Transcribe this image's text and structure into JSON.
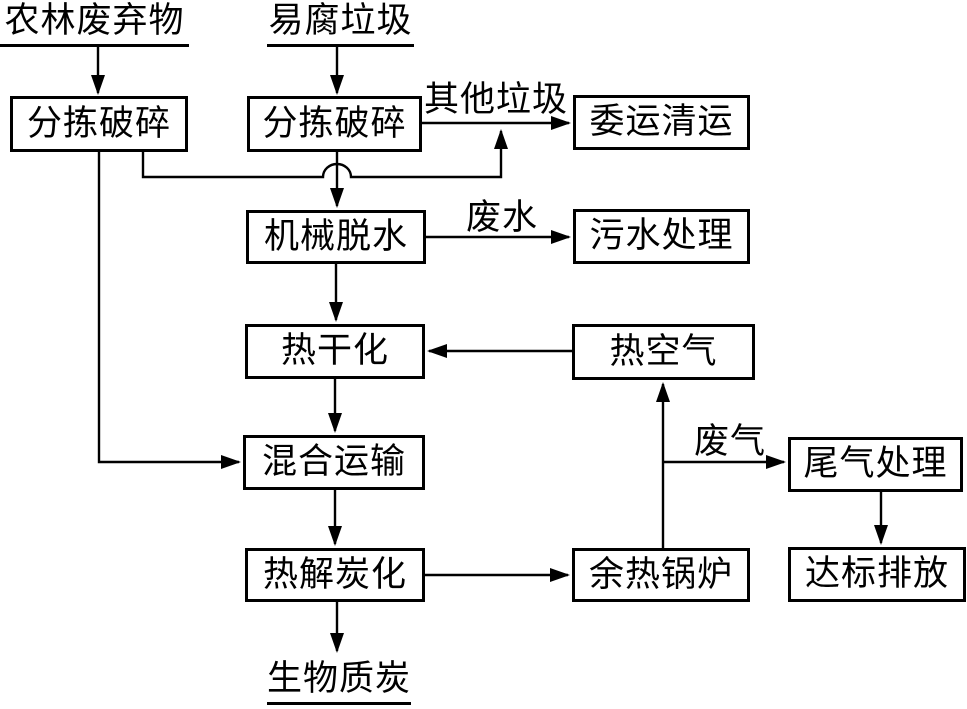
{
  "colors": {
    "background": "#ffffff",
    "line": "#000000",
    "box_border": "#000000",
    "box_fill": "#ffffff",
    "text": "#000000"
  },
  "nodes": {
    "agri_forest_waste": {
      "label": "农林废弃物",
      "kind": "source-underlined"
    },
    "perishable_waste": {
      "label": "易腐垃圾",
      "kind": "source-underlined"
    },
    "sort_crush_left": {
      "label": "分拣破碎",
      "kind": "process-box"
    },
    "sort_crush_mid": {
      "label": "分拣破碎",
      "kind": "process-box"
    },
    "entrusted_removal": {
      "label": "委运清运",
      "kind": "process-box"
    },
    "mechanical_dewatering": {
      "label": "机械脱水",
      "kind": "process-box"
    },
    "sewage_treatment": {
      "label": "污水处理",
      "kind": "process-box"
    },
    "thermal_drying": {
      "label": "热干化",
      "kind": "process-box"
    },
    "hot_air": {
      "label": "热空气",
      "kind": "process-box"
    },
    "mixed_transport": {
      "label": "混合运输",
      "kind": "process-box"
    },
    "pyrolysis_carbonization": {
      "label": "热解炭化",
      "kind": "process-box"
    },
    "waste_heat_boiler": {
      "label": "余热锅炉",
      "kind": "process-box"
    },
    "tail_gas_treatment": {
      "label": "尾气处理",
      "kind": "process-box"
    },
    "compliant_discharge": {
      "label": "达标排放",
      "kind": "process-box"
    },
    "biochar": {
      "label": "生物质炭",
      "kind": "output-underlined"
    }
  },
  "edge_labels": {
    "other_waste": "其他垃圾",
    "wastewater": "废水",
    "waste_gas": "废气"
  },
  "flows": [
    {
      "from": "agri_forest_waste",
      "to": "sort_crush_left",
      "label": ""
    },
    {
      "from": "perishable_waste",
      "to": "sort_crush_mid",
      "label": ""
    },
    {
      "from": "sort_crush_mid",
      "to": "entrusted_removal",
      "label": "其他垃圾"
    },
    {
      "from": "sort_crush_left",
      "to": "entrusted_removal",
      "label": "其他垃圾"
    },
    {
      "from": "sort_crush_mid",
      "to": "mechanical_dewatering",
      "label": ""
    },
    {
      "from": "sort_crush_left",
      "to": "mixed_transport",
      "label": ""
    },
    {
      "from": "mechanical_dewatering",
      "to": "sewage_treatment",
      "label": "废水"
    },
    {
      "from": "mechanical_dewatering",
      "to": "thermal_drying",
      "label": ""
    },
    {
      "from": "hot_air",
      "to": "thermal_drying",
      "label": ""
    },
    {
      "from": "thermal_drying",
      "to": "mixed_transport",
      "label": ""
    },
    {
      "from": "mixed_transport",
      "to": "pyrolysis_carbonization",
      "label": ""
    },
    {
      "from": "pyrolysis_carbonization",
      "to": "waste_heat_boiler",
      "label": ""
    },
    {
      "from": "pyrolysis_carbonization",
      "to": "biochar",
      "label": ""
    },
    {
      "from": "waste_heat_boiler",
      "to": "hot_air",
      "label": ""
    },
    {
      "from": "waste_heat_boiler",
      "to": "tail_gas_treatment",
      "label": "废气"
    },
    {
      "from": "tail_gas_treatment",
      "to": "compliant_discharge",
      "label": ""
    }
  ]
}
